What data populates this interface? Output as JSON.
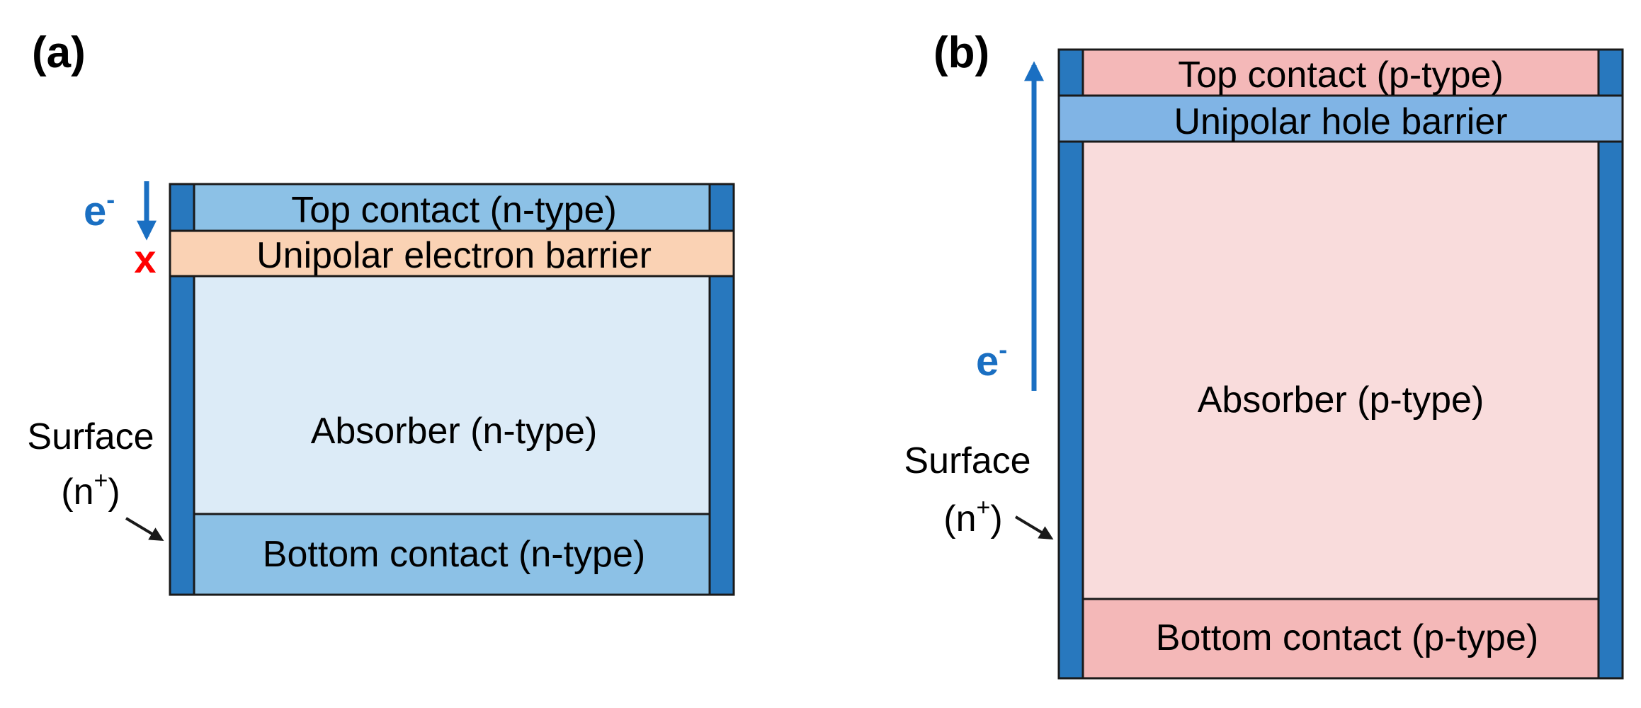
{
  "colors": {
    "surface_dark": "#2878be",
    "top_contact_n": "#8cc1e6",
    "electron_barrier": "#fad2b4",
    "absorber_n": "#dcebf7",
    "bottom_contact_n": "#8cc1e6",
    "top_contact_p": "#f4b8b8",
    "hole_barrier": "#80b4e5",
    "absorber_p": "#f9dcdc",
    "bottom_contact_p": "#f4b8b8",
    "arrow_blue": "#1a6fc2",
    "x_red": "#ff0000",
    "outline": "#1a1a1a"
  },
  "panel_a": {
    "label": "(a)",
    "top_contact": "Top contact (n-type)",
    "barrier": "Unipolar electron barrier",
    "absorber": "Absorber (n-type)",
    "bottom_contact": "Bottom contact (n-type)",
    "surface_word": "Surface",
    "surface_paren_open": "(n",
    "surface_sup": "+",
    "surface_paren_close": ")",
    "electron": "e",
    "electron_sup": "-",
    "blocked_mark": "x"
  },
  "panel_b": {
    "label": "(b)",
    "top_contact": "Top contact (p-type)",
    "barrier": "Unipolar hole barrier",
    "absorber": "Absorber (p-type)",
    "bottom_contact": "Bottom contact (p-type)",
    "surface_word": "Surface",
    "surface_paren_open": "(n",
    "surface_sup": "+",
    "surface_paren_close": ")",
    "electron": "e",
    "electron_sup": "-"
  }
}
